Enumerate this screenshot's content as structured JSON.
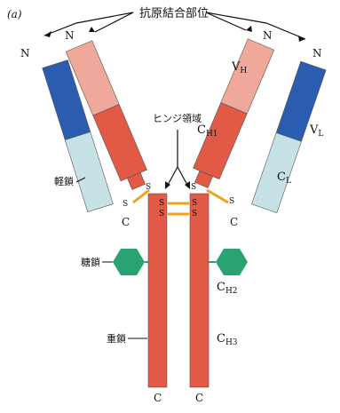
{
  "panel_label": "(a)",
  "labels": {
    "antigen_binding_site": "抗原結合部位",
    "hinge_region": "ヒンジ領域",
    "light_chain": "軽鎖",
    "heavy_chain": "重鎖",
    "sugar_chain": "糖鎖",
    "vh": {
      "main": "V",
      "sub": "H"
    },
    "vl": {
      "main": "V",
      "sub": "L"
    },
    "ch1": {
      "main": "C",
      "sub": "H1"
    },
    "cl": {
      "main": "C",
      "sub": "L"
    },
    "ch2": {
      "main": "C",
      "sub": "H2"
    },
    "ch3": {
      "main": "C",
      "sub": "H3"
    }
  },
  "termini": {
    "n": "N",
    "c": "C"
  },
  "disulfide": {
    "s": "S"
  },
  "colors": {
    "heavy_constant": "#e25a45",
    "heavy_variable": "#f0a89b",
    "light_variable": "#2a5cb0",
    "light_constant": "#c6e2e6",
    "glycan": "#2aa372",
    "disulfide_bond": "#f2a11f",
    "outline": "#555555"
  }
}
